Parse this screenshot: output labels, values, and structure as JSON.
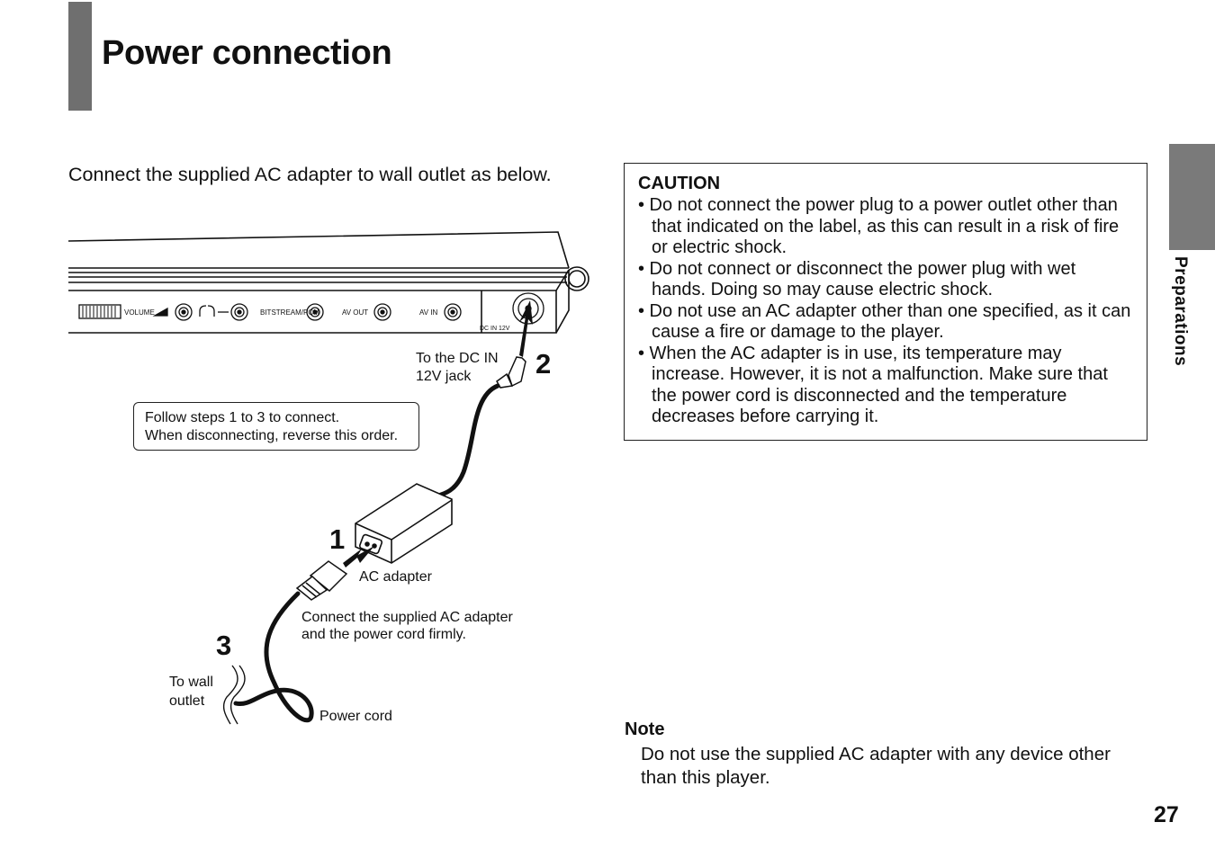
{
  "header": {
    "title": "Power connection"
  },
  "intro": "Connect the supplied AC adapter to wall outlet as below.",
  "side_tab": {
    "label": "Preparations"
  },
  "diagram": {
    "panel_labels": {
      "volume": "VOLUME",
      "bitstream": "BITSTREAM/PCM",
      "av_out": "AV OUT",
      "av_in": "AV IN",
      "dc_in": "DC IN 12V"
    },
    "dc_jack_label_line1": "To the DC IN",
    "dc_jack_label_line2": "12V jack",
    "steps_note_line1": "Follow steps 1 to 3 to connect.",
    "steps_note_line2": "When disconnecting, reverse this order.",
    "ac_adapter_label": "AC adapter",
    "connect_note_line1": "Connect the supplied AC adapter",
    "connect_note_line2": "and the power cord firmly.",
    "wall_outlet_line1": "To wall",
    "wall_outlet_line2": "outlet",
    "power_cord_label": "Power cord",
    "step_numbers": [
      "1",
      "2",
      "3"
    ]
  },
  "caution": {
    "title": "CAUTION",
    "items": [
      "• Do not connect the power plug to a power outlet other than that indicated on the label, as this can result in a risk of fire or electric shock.",
      "• Do not connect or disconnect the power plug with wet hands. Doing so may cause electric shock.",
      "• Do not use an AC adapter other than one specified, as it can cause a fire or damage to the player.",
      "• When the AC adapter is in use, its temperature may increase. However, it is not a malfunction. Make sure that the power cord is disconnected and the temperature decreases before carrying it."
    ]
  },
  "note": {
    "title": "Note",
    "text": "Do not use the supplied AC adapter with any device other than this player."
  },
  "page_number": "27"
}
